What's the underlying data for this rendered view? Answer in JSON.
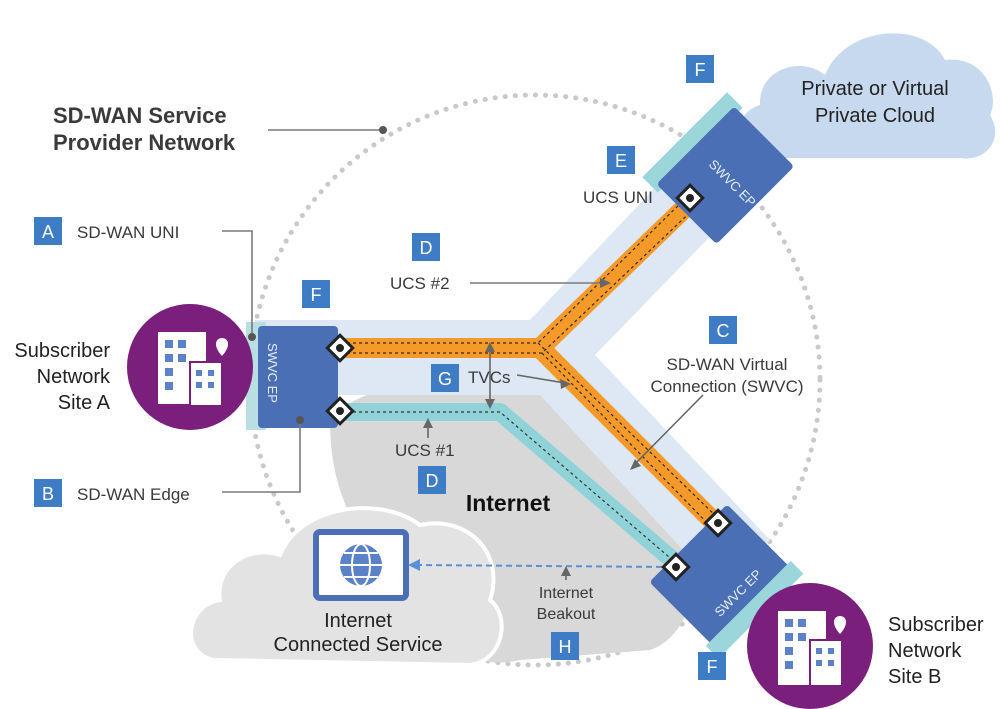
{
  "title": {
    "line1": "SD-WAN Service",
    "line2": "Provider Network"
  },
  "badges": {
    "A": "A",
    "B": "B",
    "C": "C",
    "D": "D",
    "E": "E",
    "F": "F",
    "G": "G",
    "H": "H"
  },
  "labels": {
    "sdwan_uni": "SD-WAN UNI",
    "sdwan_edge": "SD-WAN Edge",
    "ucs_uni": "UCS UNI",
    "ucs2": "UCS #2",
    "ucs1": "UCS #1",
    "tvcs": "TVCs",
    "swvc_line1": "SD-WAN Virtual",
    "swvc_line2": "Connection (SWVC)",
    "internet": "Internet",
    "breakout_line1": "Internet",
    "breakout_line2": "Beakout",
    "swvc_ep": "SWVC EP"
  },
  "sites": {
    "a": {
      "line1": "Subscriber",
      "line2": "Network",
      "line3": "Site A"
    },
    "b": {
      "line1": "Subscriber",
      "line2": "Network",
      "line3": "Site B"
    }
  },
  "clouds": {
    "private_line1": "Private or Virtual",
    "private_line2": "Private Cloud",
    "service_line1": "Internet",
    "service_line2": "Connected Service"
  },
  "colors": {
    "badge": "#3f7cc6",
    "ep_box": "#4a6fb5",
    "orange_path": "#f39a2b",
    "teal_path": "#8fd3d8",
    "light_band": "#dde8f4",
    "site_circle": "#7b1f7c",
    "cloud_private": "#c7d9ee",
    "cloud_internet": "#d6d6d6"
  },
  "icons": [
    "building-icon",
    "globe-icon",
    "connector-icon"
  ]
}
